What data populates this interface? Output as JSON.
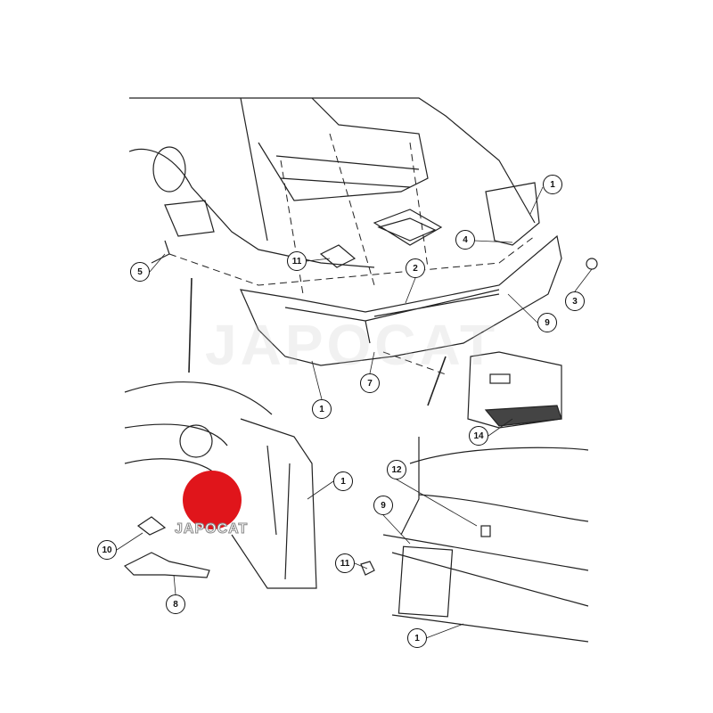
{
  "diagram": {
    "title": "Rear bumper fascia assembly",
    "callouts": [
      {
        "id": "c1a",
        "label": "1"
      },
      {
        "id": "c4",
        "label": "4"
      },
      {
        "id": "c3",
        "label": "3"
      },
      {
        "id": "c5",
        "label": "5"
      },
      {
        "id": "c11a",
        "label": "11"
      },
      {
        "id": "c2",
        "label": "2"
      },
      {
        "id": "c9a",
        "label": "9"
      },
      {
        "id": "c7",
        "label": "7"
      },
      {
        "id": "c1b",
        "label": "1"
      },
      {
        "id": "c14",
        "label": "14"
      },
      {
        "id": "c12",
        "label": "12"
      },
      {
        "id": "c1c",
        "label": "1"
      },
      {
        "id": "c9b",
        "label": "9"
      },
      {
        "id": "c10",
        "label": "10"
      },
      {
        "id": "c11b",
        "label": "11"
      },
      {
        "id": "c8",
        "label": "8"
      },
      {
        "id": "c1d",
        "label": "1"
      }
    ]
  },
  "watermark": {
    "text": "JAPOCAT",
    "logo_color": "#e0151b"
  }
}
